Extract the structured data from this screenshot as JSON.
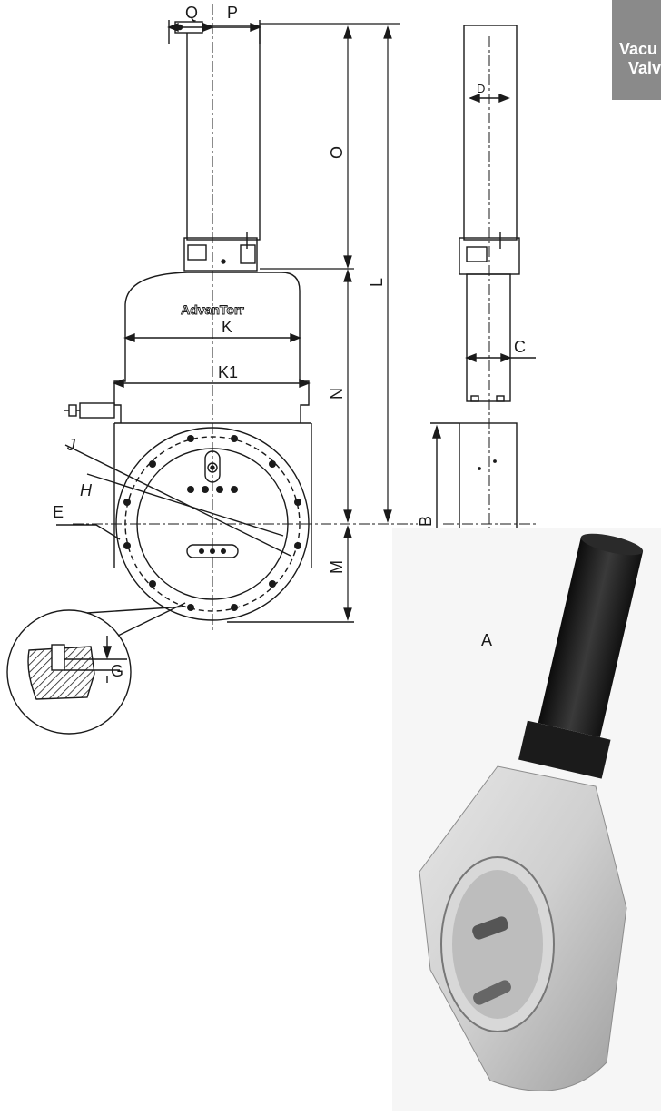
{
  "corner_tab": {
    "line1": "Vacu",
    "line2": "Valv",
    "color": "#8a8a8a"
  },
  "brand_plate": "AdvanTorr",
  "dimension_labels": {
    "Q": "Q",
    "P": "P",
    "O": "O",
    "L": "L",
    "D": "D",
    "K": "K",
    "K1": "K1",
    "N": "N",
    "C": "C",
    "J": "J",
    "H": "H",
    "E": "E",
    "M": "M",
    "B": "B",
    "A": "A",
    "G": "G"
  },
  "colors": {
    "line": "#1a1a1a",
    "photo_body": "#c9c9c9",
    "photo_actuator": "#1b1b1b"
  }
}
